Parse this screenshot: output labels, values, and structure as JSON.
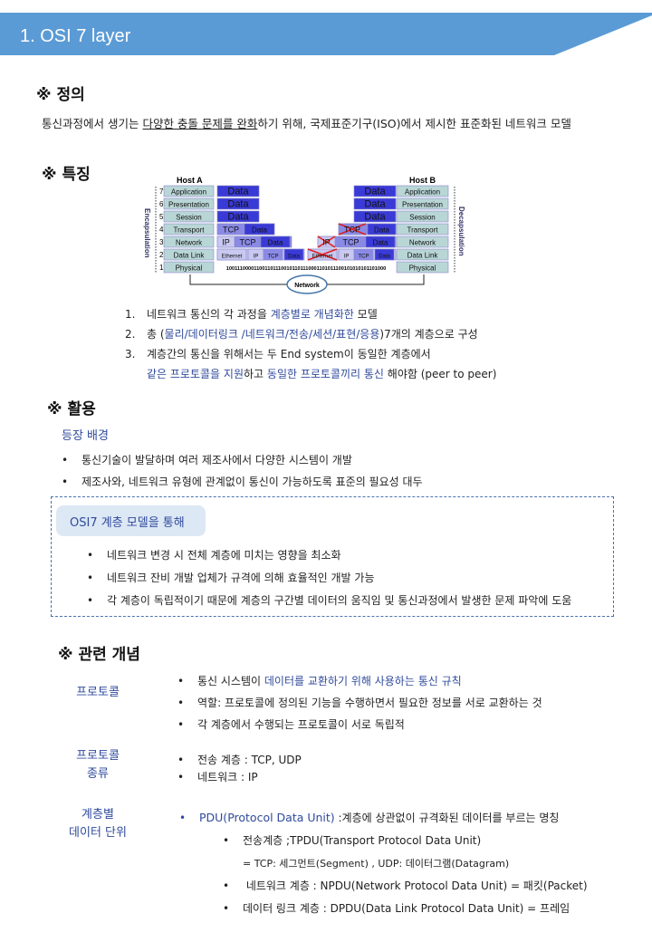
{
  "header": {
    "title": "1. OSI 7 layer",
    "color": "#5b9bd5"
  },
  "definition": {
    "heading": "※ 정의",
    "pre": "통신과정에서 생기는 ",
    "underlined": "다양한 충돌 문제를 완화",
    "post": "하기 위해, 국제표준기구(ISO)에서 제시한 표준화된 네트워크 모델"
  },
  "features": {
    "heading": "※ 특징",
    "diagram": {
      "host_a": "Host A",
      "host_b": "Host B",
      "encap": "Encapsulation",
      "decap": "Decapsulation",
      "layers": [
        "Application",
        "Presentation",
        "Session",
        "Transport",
        "Network",
        "Data Link",
        "Physical"
      ],
      "numbers": [
        "7",
        "6",
        "5",
        "4",
        "3",
        "2",
        "1"
      ],
      "data": "Data",
      "tcp": "TCP",
      "ip": "IP",
      "ethernet": "Ethernet",
      "bits": "1001110000110011011100101101110001101011100101010101101000",
      "network": "Network"
    },
    "items": [
      {
        "num": "1.",
        "a": "네트워크 통신의 각 과정을 ",
        "b": "계층별로 개념화한",
        "c": " 모델"
      },
      {
        "num": "2.",
        "a": "총 (",
        "b": "물리/데이터링크  /네트워크/전송/세션/표현/응용",
        "c": ")7개의  계층으로 구성"
      },
      {
        "num": "3.",
        "a": "계층간의 통신을 위해서는 두 End system이 동일한 계층에서",
        "b": "",
        "c": ""
      }
    ],
    "item3_line2": {
      "b1": "같은 프로토콜을 지원",
      "a1": "하고 ",
      "b2": "동일한 프로토콜끼리 통신",
      "a2": " 해야함 (peer to peer)"
    }
  },
  "usage": {
    "heading": "※ 활용",
    "sub": "등장 배경",
    "bullets": [
      "통신기술이 발달하며 여러 제조사에서 다양한 시스템이 개발",
      "제조사와, 네트워크 유형에 관계없이 통신이 가능하도록 표준의 필요성 대두"
    ],
    "box_title": "OSI7 계층 모델을 통해",
    "box_bullets": [
      "네트워크 변경 시 전체 계층에 미치는 영향을 최소화",
      "네트워크 잔비 개발 업체가 규격에 의해 효율적인 개발 가능",
      "각 계층이 독립적이기 때문에 계층의 구간별 데이터의 움직임 및 통신과정에서  발생한 문제 파악에 도움"
    ]
  },
  "related": {
    "heading": "※ 관련 개념",
    "protocol": {
      "label": "프로토콜",
      "b1_pre": "통신 시스템이 ",
      "b1_hl": "데이터를 교환하기 위해 사용하는 통신 규칙",
      "b2": "역할: 프로토콜에 정의된 기능을 수행하면서 필요한 정보를 서로 교환하는 것",
      "b3": "각 계층에서 수행되는 프로토콜이 서로 독립적"
    },
    "types": {
      "label1": "프로토콜",
      "label2": "종류",
      "b1": "전송 계층 : TCP, UDP",
      "b2": "네트워크 : IP"
    },
    "pdu": {
      "label1": "계층별",
      "label2": "데이터 단위",
      "main_hl": "PDU(Protocol Data Unit)",
      "main_rest": " :계층에 상관없이 규격화된 데이터를 부르는 명칭",
      "s1": "전송계층 ;TPDU(Transport  Protocol Data Unit)",
      "s1b": "= TCP: 세그먼트(Segment) , UDP: 데이터그램(Datagram)",
      "s2": " 네트워크 계층 : NPDU(Network  Protocol Data Unit) = 패킷(Packet)",
      "s3": "데이터 링크 계층 : DPDU(Data Link Protocol Data Unit) = 프레임"
    }
  },
  "bullet": "•"
}
